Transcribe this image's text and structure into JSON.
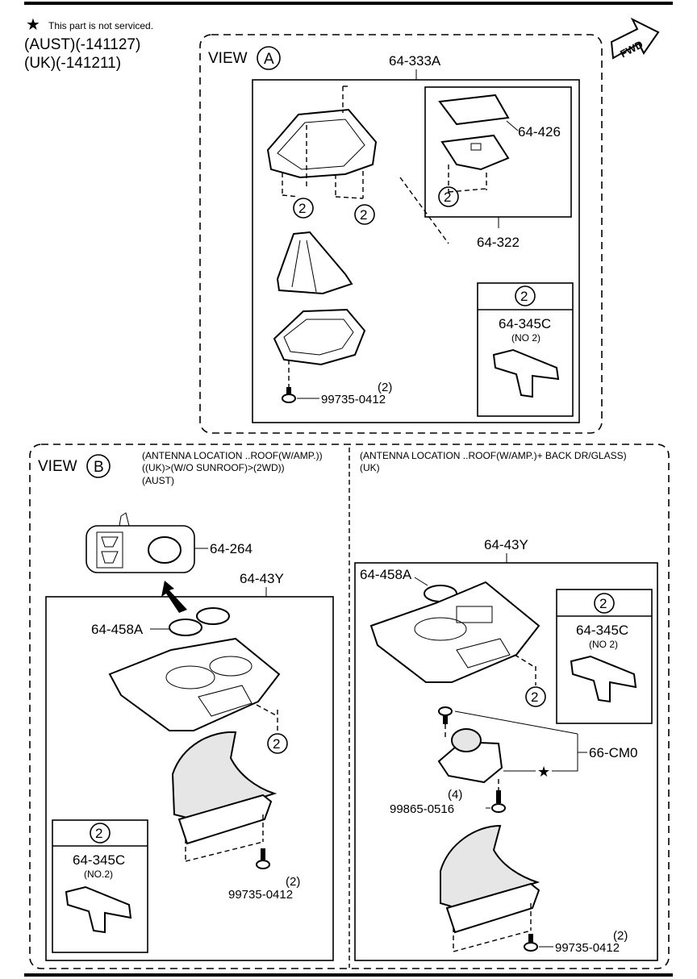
{
  "legend": {
    "star_note": "This part is not serviced.",
    "aust_code": "(AUST)(-141127)",
    "uk_code": "(UK)(-141211)"
  },
  "fwd_label": "FWD",
  "view_a": {
    "title": "VIEW",
    "letter": "A",
    "assembly": "64-333A",
    "cover": "64-426",
    "panel": "64-322",
    "clip_num": "2",
    "clip_part": "64-345C",
    "clip_note": "(NO 2)",
    "screw_qty": "(2)",
    "screw": "99735-0412"
  },
  "view_b": {
    "title": "VIEW",
    "letter": "B",
    "left_note_1": "(ANTENNA LOCATION ..ROOF(W/AMP.))",
    "left_note_2": "((UK)>(W/O SUNROOF)>(2WD))",
    "left_note_3": "(AUST)",
    "right_note_1": "(ANTENNA LOCATION ..ROOF(W/AMP.)+ BACK DR/GLASS)",
    "right_note_2": "(UK)",
    "left": {
      "mat": "64-264",
      "console": "64-43Y",
      "ring": "64-458A",
      "clip_num": "2",
      "clip_part": "64-345C",
      "clip_note": "(NO.2)",
      "screw_qty": "(2)",
      "screw": "99735-0412"
    },
    "right": {
      "console": "64-43Y",
      "ring": "64-458A",
      "clip_num": "2",
      "clip_part": "64-345C",
      "clip_note": "(NO 2)",
      "controller": "66-CM0",
      "bolt_qty": "(4)",
      "bolt": "99865-0516",
      "screw_qty": "(2)",
      "screw": "99735-0412"
    }
  }
}
